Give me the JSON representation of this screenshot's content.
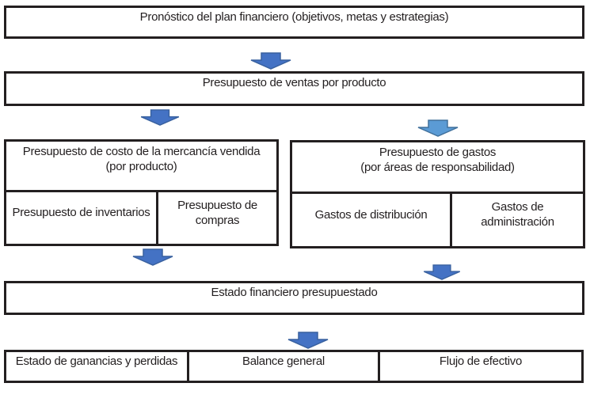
{
  "colors": {
    "border": "#231f20",
    "text": "#231f20",
    "arrow_dark_fill": "#4472c4",
    "arrow_dark_stroke": "#39619f",
    "arrow_light_fill": "#5b9bd5",
    "arrow_light_stroke": "#41719c"
  },
  "diagram": {
    "forecast_box": {
      "label": "Pronóstico del plan financiero (objetivos, metas y estrategias)"
    },
    "sales_box": {
      "label": "Presupuesto de ventas por producto"
    },
    "cost_group": {
      "header_line1": "Presupuesto de costo de la mercancía vendida",
      "header_line2": "(por producto)",
      "cells": [
        {
          "label": "Presupuesto de inventarios"
        },
        {
          "label": "Presupuesto de compras"
        }
      ]
    },
    "expense_group": {
      "header_line1": "Presupuesto de gastos",
      "header_line2": "(por áreas de responsabilidad)",
      "cells": [
        {
          "label": "Gastos de distribución"
        },
        {
          "label": "Gastos de administración"
        }
      ]
    },
    "statement_box": {
      "label": "Estado financiero presupuestado"
    },
    "bottom_row": {
      "cells": [
        {
          "label": "Estado de ganancias y perdidas"
        },
        {
          "label": "Balance general"
        },
        {
          "label": "Flujo de efectivo"
        }
      ]
    }
  }
}
